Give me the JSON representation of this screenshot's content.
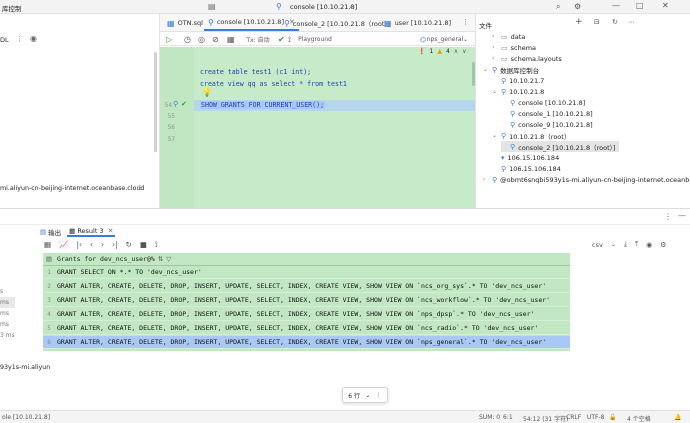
{
  "left_panel": {
    "title": "库控制",
    "toolbar_label": "DL",
    "host_text": "mi.aliyun-cn-beijing-internet.oceanbase.cloud",
    "host_count": "5",
    "history": [
      "s",
      "ms",
      "ms",
      "ms",
      "3 ms"
    ],
    "bottom_host": "93y1s-mi.aliyun",
    "status_console": "ole [10.10.21.8]"
  },
  "tabs": [
    {
      "label": "OTN.sql",
      "active": false
    },
    {
      "label": "console [10.10.21.8]",
      "active": true
    },
    {
      "label": "console_2 [10.10.21.8（root）]",
      "active": false
    },
    {
      "label": "user [10.10.21.8]",
      "active": false
    }
  ],
  "window_title": "console [10.10.21.8]",
  "editor_toolbar": {
    "tx_label": "Tx: 自动",
    "playground_label": "Playground",
    "schema_select": "nps_general",
    "errors": "1",
    "warnings": "4"
  },
  "editor": {
    "lines": [
      {
        "num": "",
        "text": "create table test1 (c1 int);"
      },
      {
        "num": "",
        "text": "create view qq as select * from test1"
      },
      {
        "num": "54",
        "text": "SHOW GRANTS FOR CURRENT_USER();"
      },
      {
        "num": "55",
        "text": ""
      },
      {
        "num": "56",
        "text": ""
      },
      {
        "num": "57",
        "text": ""
      }
    ]
  },
  "db_explorer": {
    "title": "文件",
    "items": [
      {
        "label": "data",
        "level": 2,
        "icon": "folder-icon",
        "arrow": "›"
      },
      {
        "label": "schema",
        "level": 2,
        "icon": "folder-icon",
        "arrow": "›"
      },
      {
        "label": "schema.layouts",
        "level": 2,
        "icon": "folder-icon",
        "arrow": "›"
      },
      {
        "label": "数据库控制台",
        "level": 1,
        "icon": "console-icon",
        "arrow": "⌄"
      },
      {
        "label": "10.10.21.7",
        "level": 2,
        "icon": "server-icon",
        "arrow": ""
      },
      {
        "label": "10.10.21.8",
        "level": 2,
        "icon": "server-icon",
        "arrow": "⌄"
      },
      {
        "label": "console [10.10.21.8]",
        "level": 3,
        "icon": "console-icon",
        "arrow": ""
      },
      {
        "label": "console_1 [10.10.21.8]",
        "level": 3,
        "icon": "console-icon",
        "arrow": ""
      },
      {
        "label": "console_9 [10.10.21.8]",
        "level": 3,
        "icon": "console-icon",
        "arrow": ""
      },
      {
        "label": "10.10.21.8（root）",
        "level": 2,
        "icon": "server-icon",
        "arrow": "⌄"
      },
      {
        "label": "console_2 [10.10.21.8（root）]",
        "level": 3,
        "icon": "console-icon",
        "arrow": ""
      },
      {
        "label": "106.15.106.184",
        "level": 2,
        "icon": "bookmark-icon",
        "arrow": ""
      },
      {
        "label": "106.15.106.184",
        "level": 2,
        "icon": "server-icon",
        "arrow": ""
      },
      {
        "label": "@obmt6snqbi593y1s-mi.aliyun-cn-beijing-internet.oceanbase.cloud",
        "level": 1,
        "icon": "server-icon",
        "arrow": "›"
      }
    ]
  },
  "results": {
    "tab_output": "输出",
    "tab_result": "Result 3",
    "grid_title": "Grants for dev_ncs_user@%",
    "export_format": "csv",
    "rows": [
      "GRANT SELECT ON *.* TO 'dev_ncs_user'",
      "GRANT ALTER, CREATE, DELETE, DROP, INSERT, UPDATE, SELECT, INDEX, CREATE VIEW, SHOW VIEW ON `ncs_org_sys`.* TO 'dev_ncs_user'",
      "GRANT ALTER, CREATE, DELETE, DROP, INSERT, UPDATE, SELECT, INDEX, CREATE VIEW, SHOW VIEW ON `ncs_workflow`.* TO 'dev_ncs_user'",
      "GRANT ALTER, CREATE, DELETE, DROP, INSERT, UPDATE, SELECT, INDEX, CREATE VIEW, SHOW VIEW ON `nps_dpsp`.* TO 'dev_ncs_user'",
      "GRANT ALTER, CREATE, DELETE, DROP, INSERT, UPDATE, SELECT, INDEX, CREATE VIEW, SHOW VIEW ON `ncs_radio`.* TO 'dev_ncs_user'",
      "GRANT ALTER, CREATE, DELETE, DROP, INSERT, UPDATE, SELECT, INDEX, CREATE VIEW, SHOW VIEW ON `nps_general`.* TO 'dev_ncs_user'"
    ],
    "row_count": "6 行"
  },
  "status_bar": {
    "sum": "SUM: 0",
    "ratio": "6:1",
    "cursor": "54:12 (31 字符)",
    "line_ending": "CRLF",
    "encoding": "UTF-8",
    "indent": "4 个空格"
  },
  "colors": {
    "editor_bg": "#c7ebc9",
    "grid_bg": "#c2e8c3",
    "selection": "#a9c8f5",
    "accent": "#3b7ae0"
  }
}
